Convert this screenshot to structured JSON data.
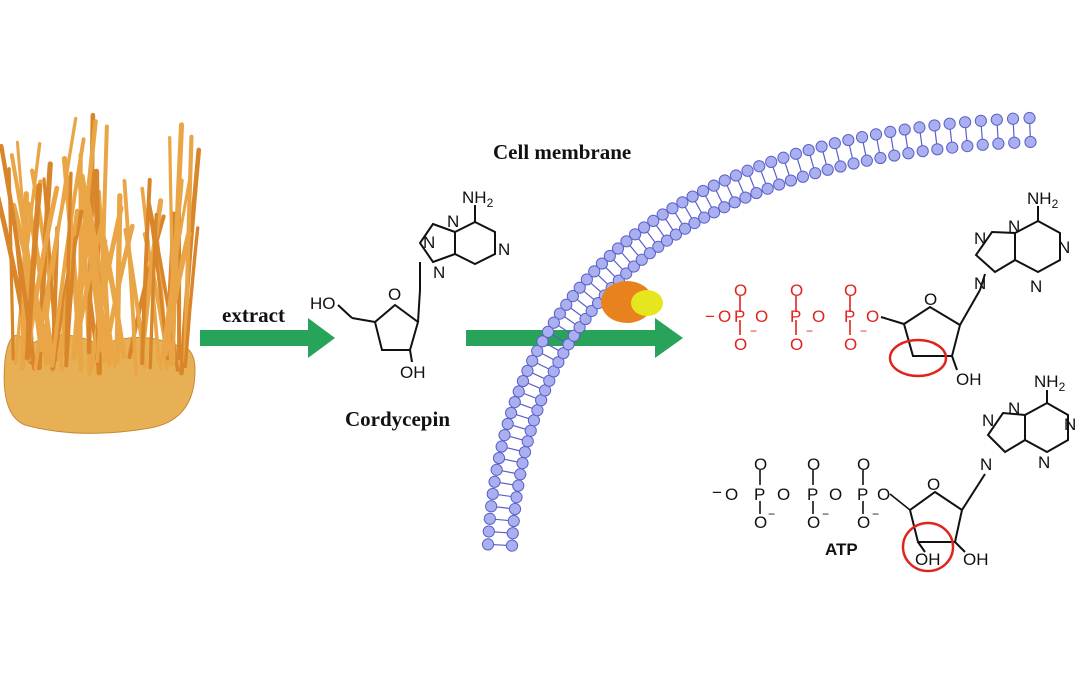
{
  "labels": {
    "extract": "extract",
    "cordycepin": "Cordycepin",
    "cell_membrane": "Cell membrane",
    "atp": "ATP"
  },
  "atoms": {
    "nh2": "NH",
    "nh2_sub": "2",
    "n": "N",
    "o": "O",
    "p": "P",
    "ho": "HO",
    "oh": "OH",
    "minus": "−"
  },
  "colors": {
    "arrow": "#27a35a",
    "membrane_head": "#aab0ef",
    "membrane_stroke": "#5a60c8",
    "enzyme_orange": "#e8821e",
    "enzyme_yellow": "#e6e61e",
    "red_structure": "#e0241c",
    "fungus": "#e39a3a"
  }
}
